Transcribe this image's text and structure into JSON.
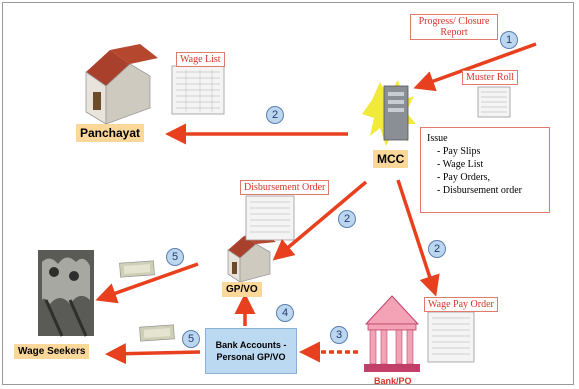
{
  "labels": {
    "progress_report": "Progress/ Closure Report",
    "muster_roll": "Muster Roll",
    "wage_list": "Wage List",
    "disbursement_order": "Disbursement Order",
    "wage_pay_order": "Wage Pay Order"
  },
  "nodes": {
    "panchayat": "Panchayat",
    "mcc": "MCC",
    "gpvo": "GP/VO",
    "wage_seekers": "Wage Seekers",
    "bank_accounts": "Bank Accounts - Personal GP/VO",
    "bank_po": "Bank/PO"
  },
  "issue": {
    "title": "Issue",
    "items": [
      "Pay Slips",
      "Wage List",
      "Pay Orders,",
      "Disbursement order"
    ]
  },
  "steps": [
    "1",
    "2",
    "2",
    "2",
    "5",
    "4",
    "5",
    "3"
  ],
  "colors": {
    "arrow": "#e8401e",
    "label_text": "#d8342a",
    "node_fill": "#fbd79a",
    "bank_box": "#bcd9f2",
    "step_fill": "#bcd6f0"
  }
}
